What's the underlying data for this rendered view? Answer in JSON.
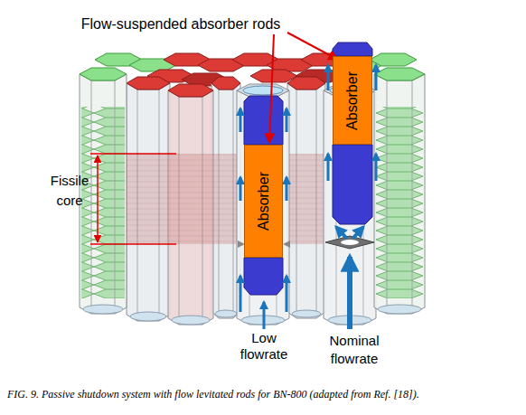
{
  "diagram": {
    "caption": "FIG. 9. Passive shutdown system with flow levitated rods for BN-800 (adapted from Ref. [18]).",
    "nodes": [
      {
        "text": [
          "Absorber"
        ]
      },
      {
        "text": [
          "Absorber"
        ]
      }
    ],
    "labels": [
      "Flow-suspended absorber rods",
      "Fissile core",
      "Low flowrate",
      "Nominal flowrate"
    ]
  }
}
